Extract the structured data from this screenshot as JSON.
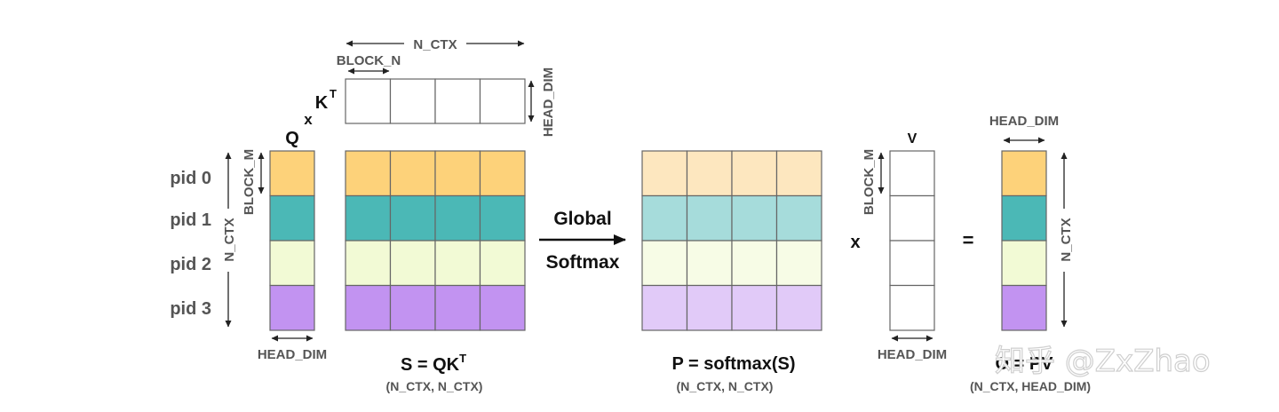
{
  "labels": {
    "n_ctx": "N_CTX",
    "block_n": "BLOCK_N",
    "block_m": "BLOCK_M",
    "head_dim": "HEAD_DIM",
    "q": "Q",
    "x": "x",
    "k": "K",
    "t_sup": "T",
    "v": "V",
    "equals": "=",
    "global": "Global",
    "softmax": "Softmax"
  },
  "pids": [
    "pid 0",
    "pid 1",
    "pid 2",
    "pid 3"
  ],
  "formulas": {
    "s_main": "S = QK",
    "s_sup": "T",
    "s_shape": "(N_CTX, N_CTX)",
    "p_main": "P = softmax(S)",
    "p_shape": "(N_CTX, N_CTX)",
    "o_main": "O = PV",
    "o_shape": "(N_CTX, HEAD_DIM)"
  },
  "watermark": "知乎 @ZxZhao",
  "colors": {
    "row_strong": [
      "#FDD27A",
      "#4BB8B6",
      "#F2FAD5",
      "#C293F1"
    ],
    "row_light": [
      "#FDE7BF",
      "#A6DCDB",
      "#F7FCE6",
      "#E1CAF8"
    ],
    "empty": "#FFFFFF"
  }
}
